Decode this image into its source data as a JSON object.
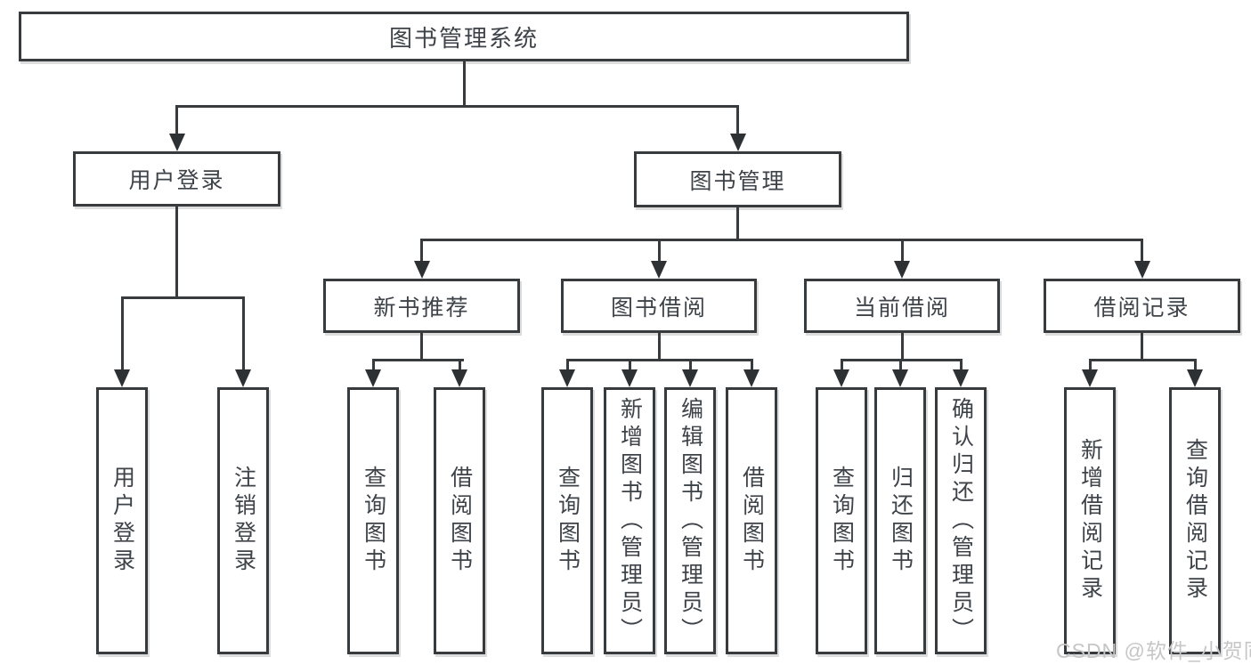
{
  "watermark": "CSDN @软件_小贺同学",
  "colors": {
    "line": "#383b3e",
    "box_border": "#383b3e",
    "box_background": "#ffffff",
    "text": "#3e4349",
    "watermark_text": "#c6c6c6"
  },
  "tree": {
    "label": "图书管理系统",
    "children": [
      {
        "label": "用户登录",
        "children": [
          {
            "label": "用户登录"
          },
          {
            "label": "注销登录"
          }
        ]
      },
      {
        "label": "图书管理",
        "children": [
          {
            "label": "新书推荐",
            "children": [
              {
                "label": "查询图书"
              },
              {
                "label": "借阅图书"
              }
            ]
          },
          {
            "label": "图书借阅",
            "children": [
              {
                "label": "查询图书"
              },
              {
                "label": "新增图书（管理员）"
              },
              {
                "label": "编辑图书（管理员）"
              },
              {
                "label": "借阅图书"
              }
            ]
          },
          {
            "label": "当前借阅",
            "children": [
              {
                "label": "查询图书"
              },
              {
                "label": "归还图书"
              },
              {
                "label": "确认归还（管理员）"
              }
            ]
          },
          {
            "label": "借阅记录",
            "children": [
              {
                "label": "新增借阅记录"
              },
              {
                "label": "查询借阅记录"
              }
            ]
          }
        ]
      }
    ]
  }
}
